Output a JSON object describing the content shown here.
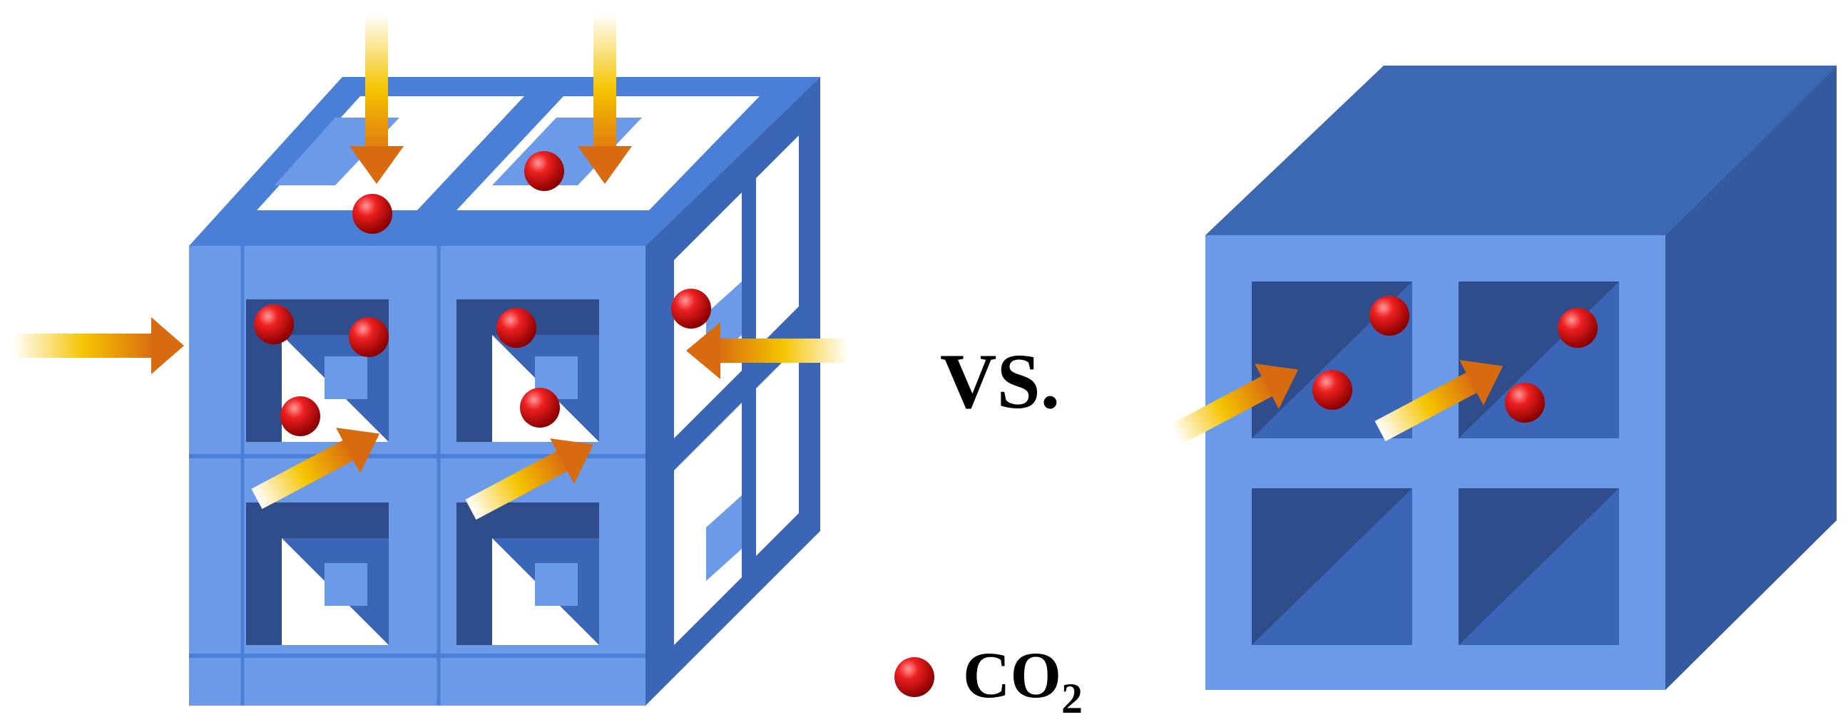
{
  "comparison_label": "VS.",
  "legend": {
    "symbol": "CO",
    "subscript": "2"
  },
  "colors": {
    "front": "#6b9be8",
    "top": "#4a7fd8",
    "side": "#3b65b6",
    "inner": "#2f4d8a",
    "molecule": "#e01010",
    "arrow_head": "#d86a10",
    "arrow_tail": "#f5c400"
  },
  "icons": [
    "co2-molecule-icon",
    "flow-arrow-icon",
    "porous-3d-framework-cube",
    "solid-2d-layered-block"
  ]
}
